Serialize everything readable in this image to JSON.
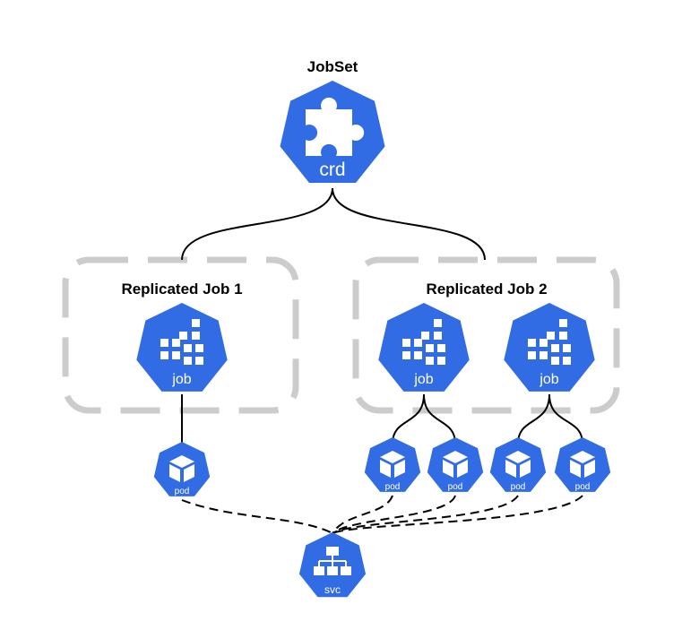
{
  "colors": {
    "k8s_blue": "#326CE5",
    "group_border": "#CCCCCC",
    "line": "#000000"
  },
  "crd": {
    "title": "JobSet",
    "icon_label": "crd",
    "icon": "puzzle-icon"
  },
  "replicated_jobs": [
    {
      "title": "Replicated Job 1"
    },
    {
      "title": "Replicated Job 2"
    }
  ],
  "job_icon_label": "job",
  "pod_icon_label": "pod",
  "svc_icon_label": "svc"
}
